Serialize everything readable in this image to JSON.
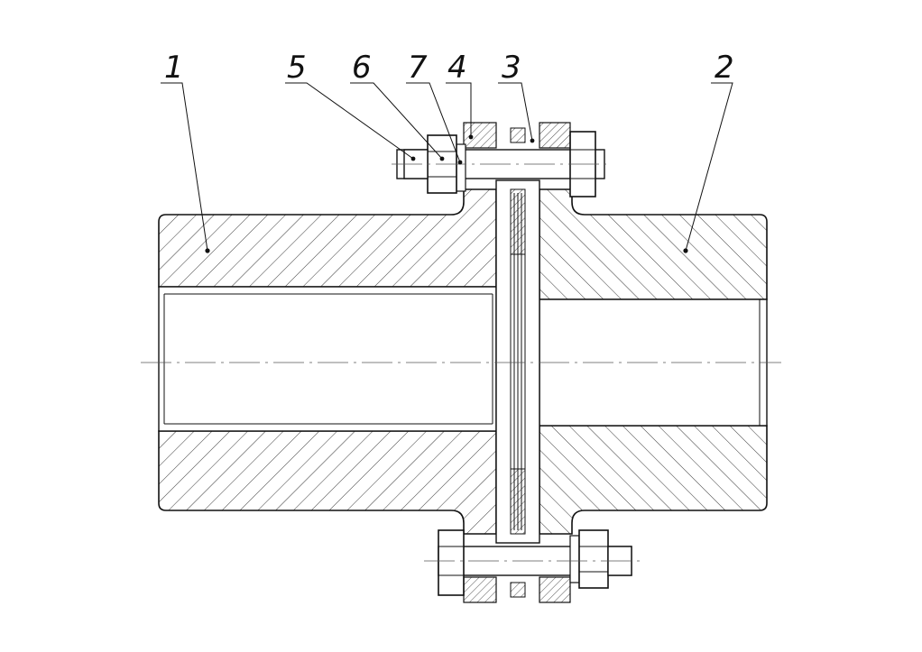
{
  "callouts": [
    {
      "id": "part-1",
      "label": "1"
    },
    {
      "id": "part-2",
      "label": "2"
    },
    {
      "id": "part-3",
      "label": "3"
    },
    {
      "id": "part-4",
      "label": "4"
    },
    {
      "id": "part-5",
      "label": "5"
    },
    {
      "id": "part-6",
      "label": "6"
    },
    {
      "id": "part-7",
      "label": "7"
    }
  ],
  "style": {
    "line_color": "#111111",
    "background": "#ffffff"
  }
}
